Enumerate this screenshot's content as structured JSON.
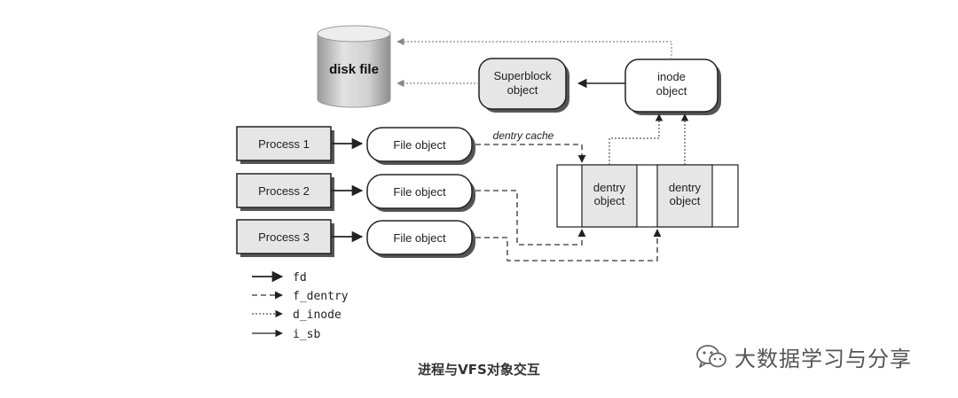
{
  "disk": {
    "label": "disk file"
  },
  "superblock": {
    "line1": "Superblock",
    "line2": "object"
  },
  "inode": {
    "line1": "inode",
    "line2": "object"
  },
  "processes": [
    {
      "label": "Process 1"
    },
    {
      "label": "Process 2"
    },
    {
      "label": "Process 3"
    }
  ],
  "file_objects": [
    {
      "label": "File object"
    },
    {
      "label": "File object"
    },
    {
      "label": "File object"
    }
  ],
  "dentry_cache": {
    "label": "dentry cache"
  },
  "dentries": [
    {
      "line1": "dentry",
      "line2": "object"
    },
    {
      "line1": "dentry",
      "line2": "object"
    }
  ],
  "legend": [
    {
      "label": "fd"
    },
    {
      "label": "f_dentry"
    },
    {
      "label": "d_inode"
    },
    {
      "label": "i_sb"
    }
  ],
  "caption": "进程与VFS对象交互",
  "watermark": {
    "text": "大数据学习与分享",
    "icon": "wechat-icon"
  },
  "colors": {
    "box_fill": "#e6e6e6",
    "shadow": "#555555",
    "stroke": "#222222"
  }
}
